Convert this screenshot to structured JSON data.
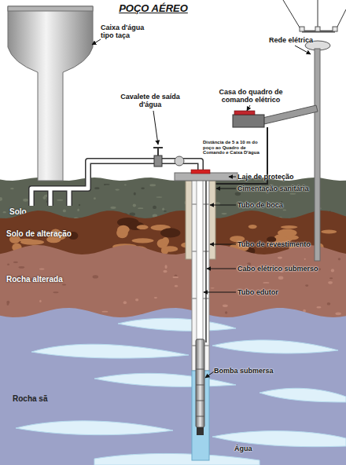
{
  "diagram": {
    "title": "POÇO AÉREO",
    "nodes": [
      {
        "text": [
          "Solo"
        ]
      },
      {
        "text": [
          "Solo de alteração"
        ]
      },
      {
        "text": [
          "Rocha alterada"
        ]
      },
      {
        "text": [
          "Rocha sã"
        ]
      }
    ],
    "labels": [
      "Caixa d'água tipo taça",
      "Rede elétrica",
      "Cavalete de saída d'água",
      "Casa do quadro de comando elétrico",
      "Distância de 5 a 10 m do poço ao Quadro de Comando e Caixa D'água",
      "Laje de proteção",
      "Cimentação sanitária",
      "Tubo de boca",
      "Tubo de revestimento",
      "Cabo elétrico submerso",
      "Tubo edutor",
      "Bomba submersa",
      "Água"
    ]
  }
}
